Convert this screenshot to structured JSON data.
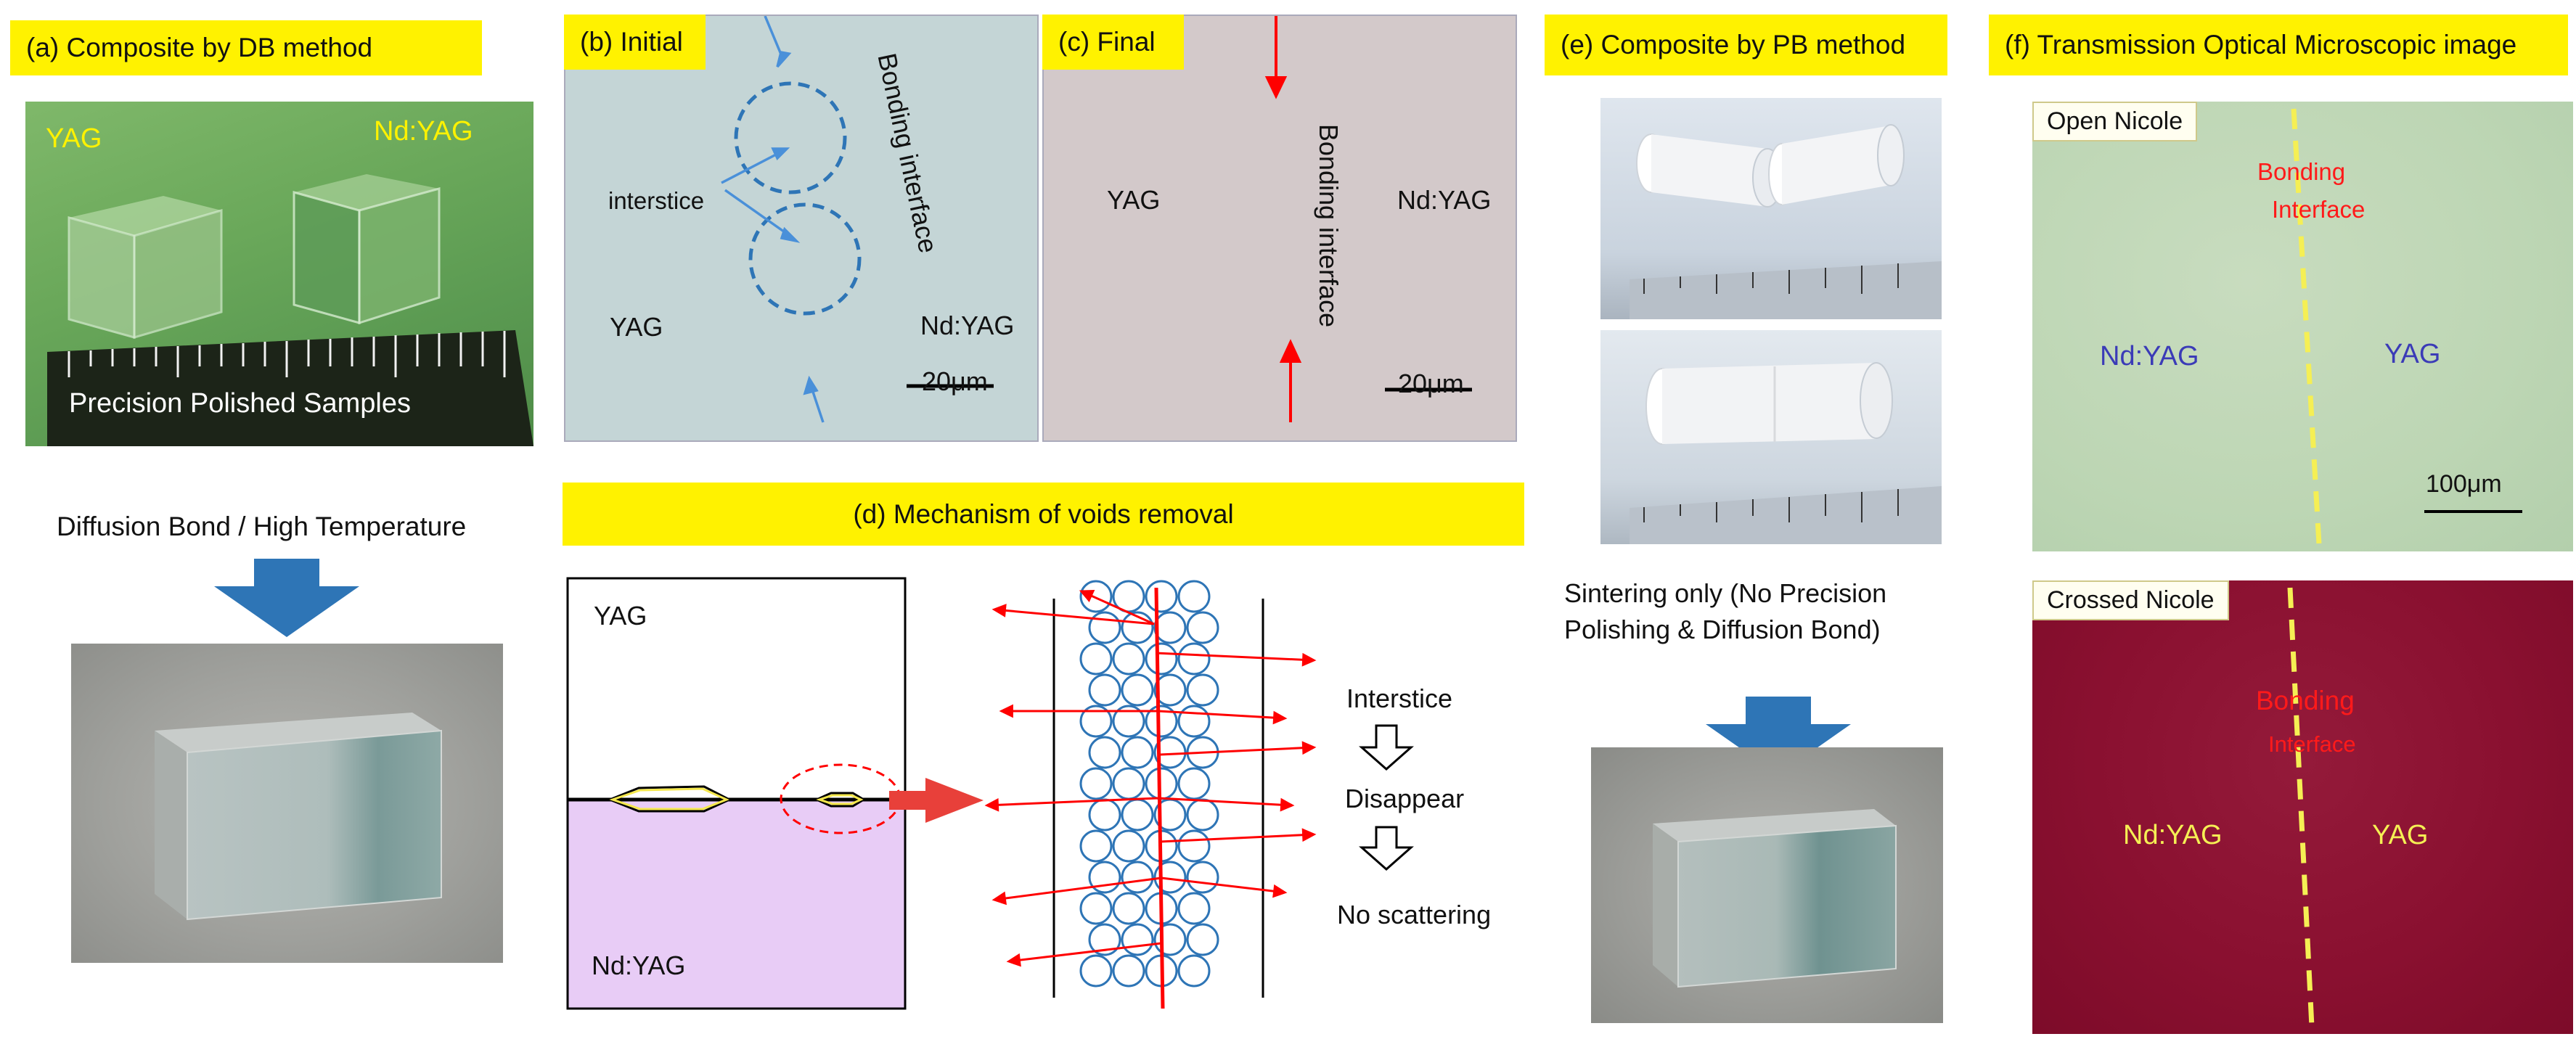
{
  "panel_a": {
    "tag": "(a) Composite by DB method",
    "label_yag": "YAG",
    "label_ndyag": "Nd:YAG",
    "caption": "Precision Polished Samples",
    "process": "Diffusion Bond / High Temperature"
  },
  "panel_b": {
    "tag": "(b) Initial",
    "bonding": "Bonding interface",
    "interstice": "interstice",
    "label_yag": "YAG",
    "label_ndyag": "Nd:YAG",
    "scale": "20μm"
  },
  "panel_c": {
    "tag": "(c) Final",
    "bonding": "Bonding interface",
    "label_yag": "YAG",
    "label_ndyag": "Nd:YAG",
    "scale": "20μm"
  },
  "panel_d": {
    "tag": "(d) Mechanism of voids removal",
    "label_yag": "YAG",
    "label_ndyag": "Nd:YAG",
    "step1": "Interstice",
    "step2": "Disappear",
    "step3": "No scattering"
  },
  "panel_e": {
    "tag": "(e) Composite by PB method",
    "note_line1": "Sintering only (No Precision",
    "note_line2": "Polishing & Diffusion Bond)"
  },
  "panel_f": {
    "tag": "(f) Transmission Optical Microscopic image",
    "open_nicole": "Open Nicole",
    "crossed_nicole": "Crossed Nicole",
    "bonding_line1": "Bonding",
    "bonding_line2": "Interface",
    "label_ndyag": "Nd:YAG",
    "label_yag": "YAG",
    "scale": "100μm"
  },
  "colors": {
    "tag_yellow": "#fff200",
    "arrow_blue": "#2e75b6",
    "arrow_red": "#ff0000",
    "ndyag_fill": "#e8ccf6",
    "crossed_bg": "#8a1030",
    "open_bg": "#bdd6b4"
  }
}
